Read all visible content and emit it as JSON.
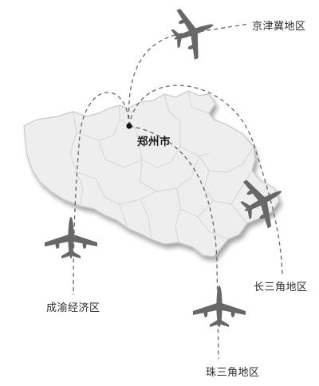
{
  "origin": {
    "name": "郑州市"
  },
  "destinations": [
    {
      "id": "jingjinji",
      "name": "京津冀地区"
    },
    {
      "id": "changsanjiao",
      "name": "长三角地区"
    },
    {
      "id": "chengyu",
      "name": "成渝经济区"
    },
    {
      "id": "zhusanjiao",
      "name": "珠三角地区"
    }
  ],
  "colors": {
    "province_fill": "#eeeeee",
    "province_border": "#c8c8c8",
    "route_line": "#666666",
    "airplane": "#676767",
    "city_dot": "#111111"
  },
  "icons": [
    "airplane-icon",
    "city-marker-icon"
  ]
}
